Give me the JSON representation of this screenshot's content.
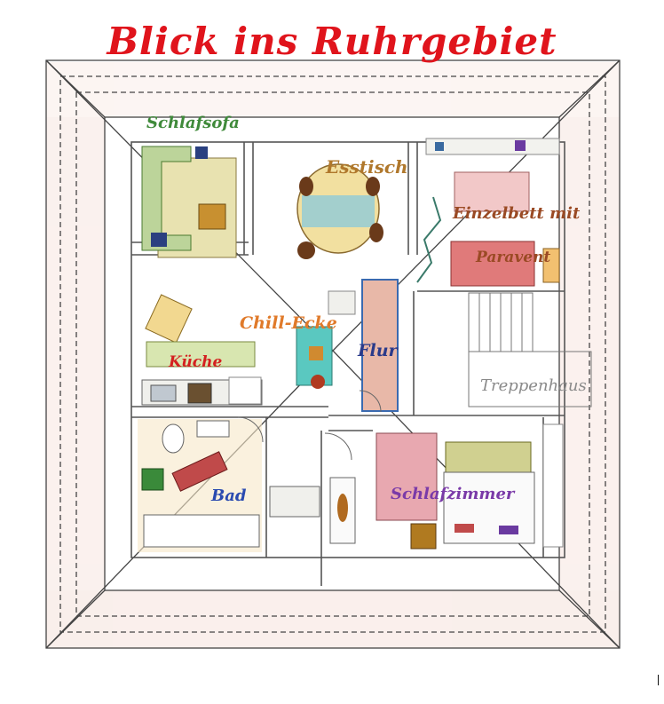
{
  "title": "Blick ins Ruhrgebiet",
  "rooms": {
    "schlafsofa": "Schlafsofa",
    "esstisch": "Esstisch",
    "einzelbett_line1": "Einzelbett mit",
    "einzelbett_line2": "Paravent",
    "chill_ecke": "Chill-Ecke",
    "kueche": "Küche",
    "flur": "Flur",
    "treppenhaus": "Treppenhaus",
    "bad": "Bad",
    "schlafzimmer": "Schlafzimmer"
  },
  "colors": {
    "title": "#e0141c",
    "schlafsofa": "#3f8a3a",
    "esstisch": "#b0782c",
    "einzelbett": "#9a4a24",
    "chill_ecke": "#e07a2a",
    "kueche": "#d42020",
    "flur": "#2a3a8a",
    "treppenhaus": "#8a8a8a",
    "bad": "#2a4ab0",
    "schlafzimmer": "#7a3aa8",
    "wall": "#555555",
    "roof_line": "#444444"
  }
}
